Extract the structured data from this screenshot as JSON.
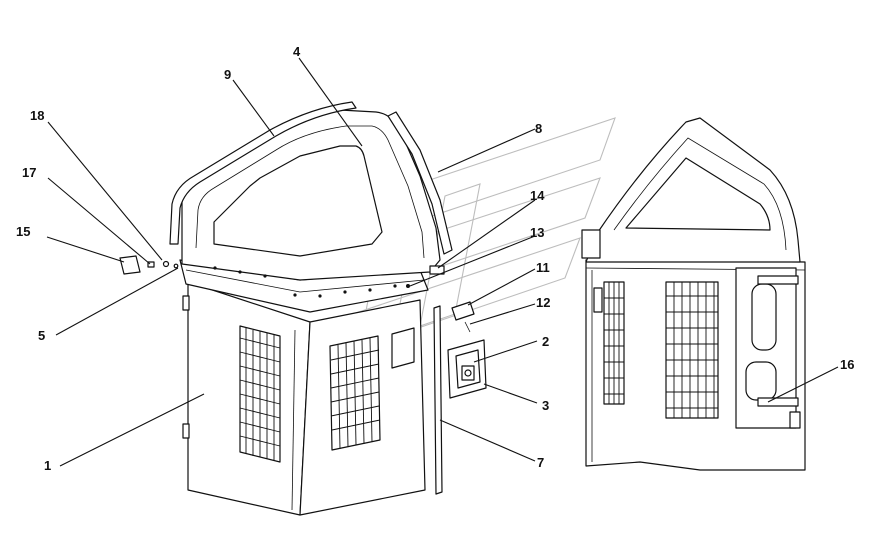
{
  "diagram": {
    "callouts": [
      {
        "id": "c1",
        "label": "1"
      },
      {
        "id": "c2",
        "label": "2"
      },
      {
        "id": "c3",
        "label": "3"
      },
      {
        "id": "c4",
        "label": "4"
      },
      {
        "id": "c5",
        "label": "5"
      },
      {
        "id": "c7",
        "label": "7"
      },
      {
        "id": "c8",
        "label": "8"
      },
      {
        "id": "c9",
        "label": "9"
      },
      {
        "id": "c11",
        "label": "11"
      },
      {
        "id": "c12",
        "label": "12"
      },
      {
        "id": "c13",
        "label": "13"
      },
      {
        "id": "c14",
        "label": "14"
      },
      {
        "id": "c15",
        "label": "15"
      },
      {
        "id": "c16",
        "label": "16"
      },
      {
        "id": "c17",
        "label": "17"
      },
      {
        "id": "c18",
        "label": "18"
      }
    ],
    "colors": {
      "line": "#111111",
      "watermark": "#bdbdbd",
      "background": "#ffffff"
    }
  }
}
